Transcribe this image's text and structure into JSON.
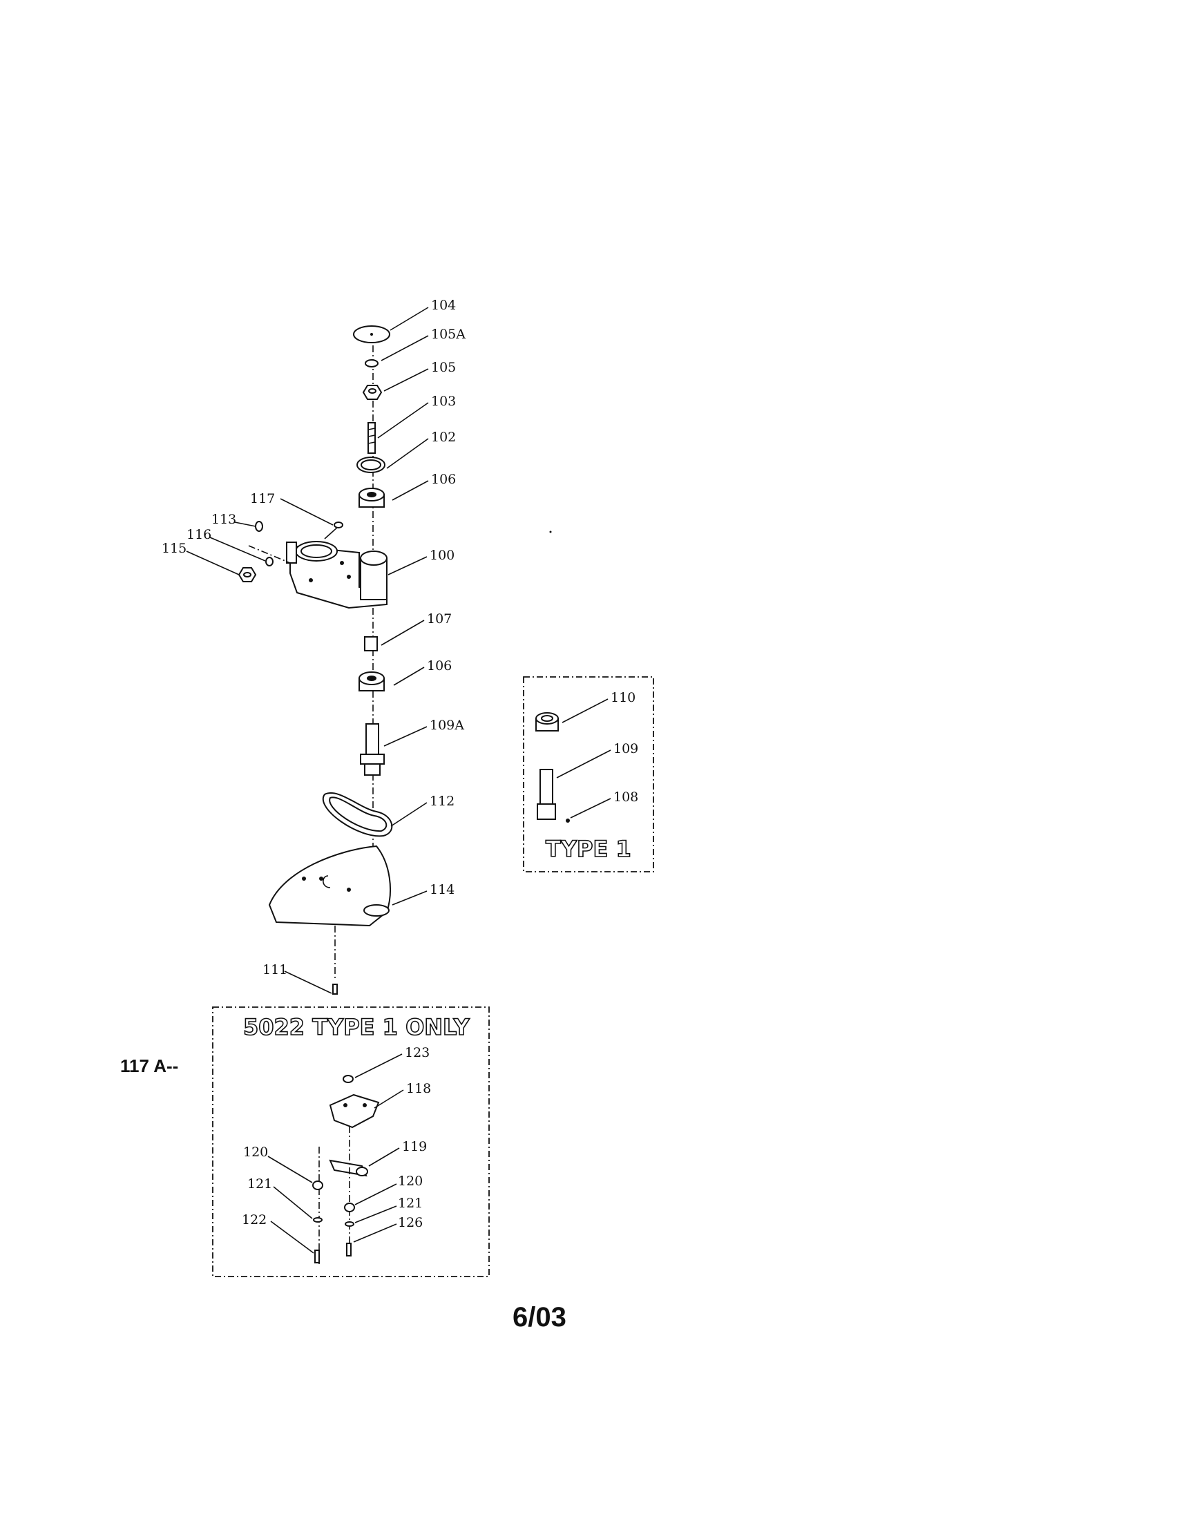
{
  "callouts": {
    "p104": "104",
    "p105a": "105A",
    "p105": "105",
    "p103": "103",
    "p102": "102",
    "p106_top": "106",
    "p117": "117",
    "p113": "113",
    "p116": "116",
    "p115": "115",
    "p100": "100",
    "p107": "107",
    "p106_bottom": "106",
    "p109a": "109A",
    "p112": "112",
    "p114": "114",
    "p111": "111",
    "p110": "110",
    "p109": "109",
    "p108": "108",
    "p123": "123",
    "p118": "118",
    "p119": "119",
    "p120_left": "120",
    "p121_left": "121",
    "p122": "122",
    "p120_right": "120",
    "p121_right": "121",
    "p126": "126"
  },
  "insets": {
    "type1_title": "TYPE 1",
    "type1_only_title": "5022 TYPE 1 ONLY"
  },
  "side_label": "117 A--",
  "footer_date": "6/03"
}
